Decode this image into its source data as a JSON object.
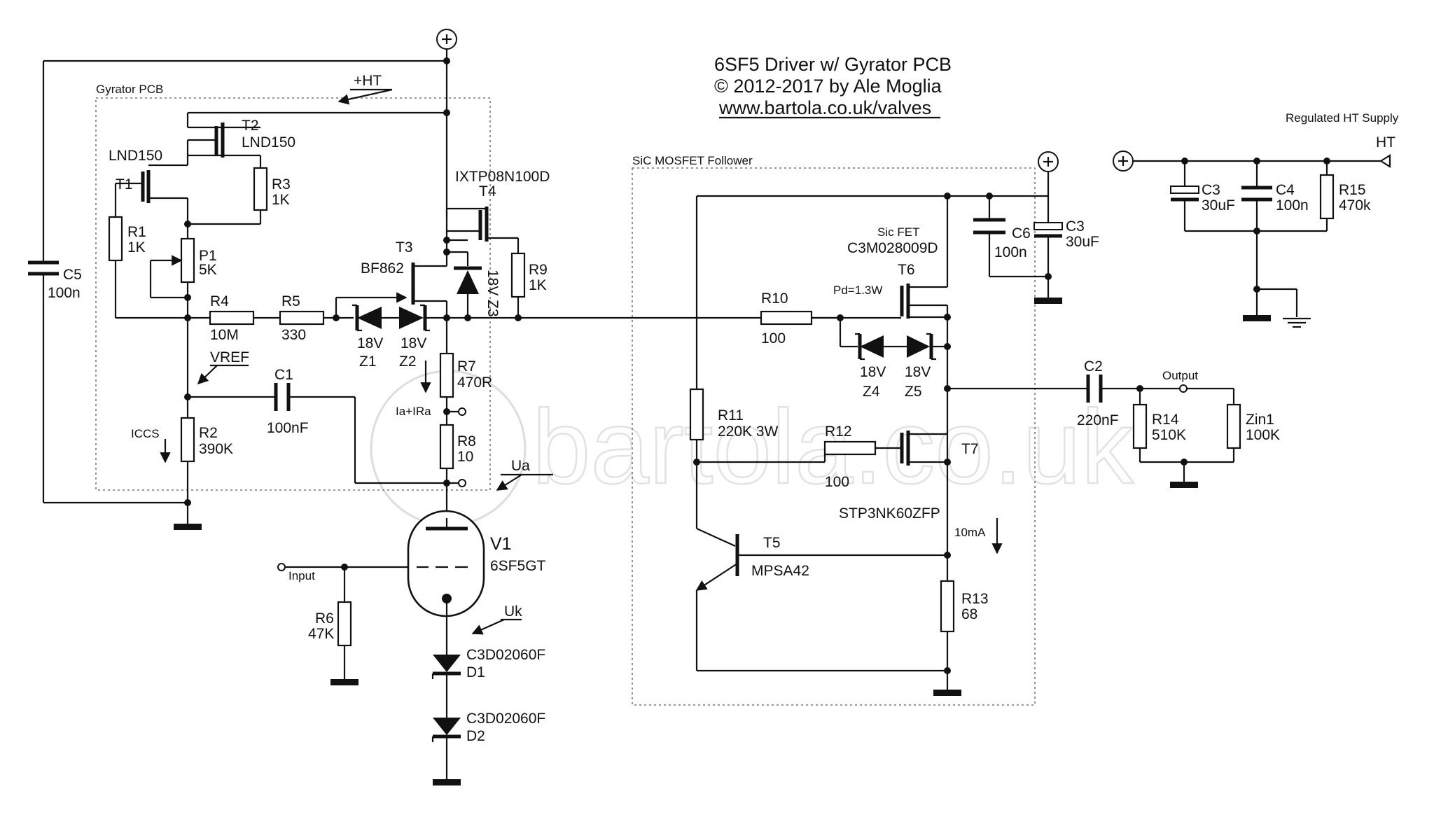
{
  "title": {
    "line1": "6SF5 Driver w/ Gyrator PCB",
    "line2": "© 2012-2017 by Ale Moglia",
    "line3": "www.bartola.co.uk/valves"
  },
  "watermark": "bartola.co.uk",
  "regions": {
    "gyrator": "Gyrator PCB",
    "sic": "SiC MOSFET Follower",
    "supply": "Regulated HT Supply"
  },
  "nets": {
    "ht_arrow": "+HT",
    "ht": "HT",
    "vref": "VREF",
    "ua": "Ua",
    "uk": "Uk",
    "iccs": "ICCS",
    "iaira": "Ia+IRa",
    "ima": "10mA",
    "pd": "Pd=1.3W",
    "input": "Input",
    "output": "Output"
  },
  "components": {
    "T1": {
      "ref": "T1",
      "value": "LND150"
    },
    "T2": {
      "ref": "T2",
      "value": "LND150"
    },
    "T3": {
      "ref": "T3",
      "value": "BF862"
    },
    "T4": {
      "ref": "T4",
      "value": "IXTP08N100D"
    },
    "T5": {
      "ref": "T5",
      "value": "MPSA42"
    },
    "T6": {
      "ref": "T6",
      "value": "C3M028009D",
      "note": "Sic FET"
    },
    "T7": {
      "ref": "T7",
      "value": "STP3NK60ZFP"
    },
    "R1": {
      "ref": "R1",
      "value": "1K"
    },
    "R2": {
      "ref": "R2",
      "value": "390K"
    },
    "R3": {
      "ref": "R3",
      "value": "1K"
    },
    "R4": {
      "ref": "R4",
      "value": "10M"
    },
    "R5": {
      "ref": "R5",
      "value": "330"
    },
    "R6": {
      "ref": "R6",
      "value": "47K"
    },
    "R7": {
      "ref": "R7",
      "value": "470R"
    },
    "R8": {
      "ref": "R8",
      "value": "10"
    },
    "R9": {
      "ref": "R9",
      "value": "1K"
    },
    "R10": {
      "ref": "R10",
      "value": "100"
    },
    "R11": {
      "ref": "R11",
      "value": "220K 3W"
    },
    "R12": {
      "ref": "R12",
      "value": "100"
    },
    "R13": {
      "ref": "R13",
      "value": "68"
    },
    "R14": {
      "ref": "R14",
      "value": "510K"
    },
    "R15": {
      "ref": "R15",
      "value": "470k"
    },
    "Zin1": {
      "ref": "Zin1",
      "value": "100K"
    },
    "P1": {
      "ref": "P1",
      "value": "5K"
    },
    "C1": {
      "ref": "C1",
      "value": "100nF"
    },
    "C2": {
      "ref": "C2",
      "value": "220nF"
    },
    "C3a": {
      "ref": "C3",
      "value": "30uF"
    },
    "C3b": {
      "ref": "C3",
      "value": "30uF"
    },
    "C4": {
      "ref": "C4",
      "value": "100n"
    },
    "C5": {
      "ref": "C5",
      "value": "100n"
    },
    "C6": {
      "ref": "C6",
      "value": "100n"
    },
    "Z1": {
      "ref": "Z1",
      "value": "18V"
    },
    "Z2": {
      "ref": "Z2",
      "value": "18V"
    },
    "Z3": {
      "ref": "Z3",
      "value": "18V"
    },
    "Z4": {
      "ref": "Z4",
      "value": "18V"
    },
    "Z5": {
      "ref": "Z5",
      "value": "18V"
    },
    "D1": {
      "ref": "D1",
      "value": "C3D02060F"
    },
    "D2": {
      "ref": "D2",
      "value": "C3D02060F"
    },
    "V1": {
      "ref": "V1",
      "value": "6SF5GT"
    }
  }
}
